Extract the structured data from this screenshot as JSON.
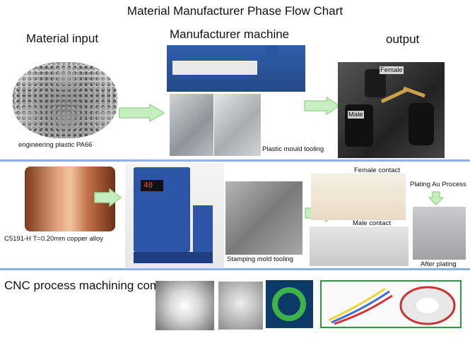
{
  "title": "Material Manufacturer Phase Flow Chart",
  "sections": {
    "material_input": "Material input",
    "manufacturer_machine": "Manufacturer machine",
    "output": "output",
    "cnc": "CNC process machining component"
  },
  "labels": {
    "pa66": "engineering plastic PA66",
    "mould_tooling": "Plastic mould tooling",
    "female": "Female",
    "male": "Male",
    "copper_alloy": "C5191-H  T=0.20mm copper alloy",
    "stamping_tooling": "Stamping mold tooling",
    "female_contact": "Female contact",
    "male_contact": "Male contact",
    "plating_process": "Plating Au  Process",
    "after_plating": "After plating",
    "press_display": "40"
  },
  "colors": {
    "arrow_fill": "#c6efc0",
    "arrow_stroke": "#9ed696",
    "divider": "#8fb3d9",
    "cable_border": "#2e9a3e",
    "oring": "#3db34a"
  }
}
